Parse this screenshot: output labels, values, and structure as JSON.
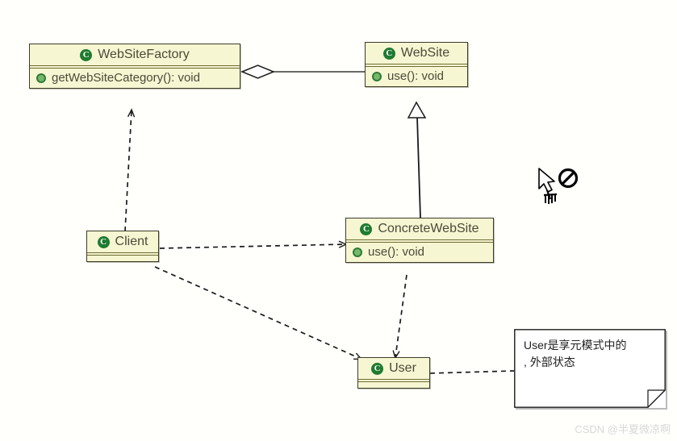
{
  "diagram": {
    "title": "Flyweight pattern UML class diagram",
    "canvas_bg": "#fffffc",
    "node_fill": "#f7f6d2",
    "node_border": "#3b3b28",
    "class_icon_color": "#1e7b30",
    "method_icon_color": "#74b96a"
  },
  "nodes": {
    "websitefactory": {
      "name": "WebSiteFactory",
      "icon": "class-icon",
      "members": [
        {
          "name": "getWebSiteCategory(): void",
          "icon": "public-method-icon"
        }
      ]
    },
    "website": {
      "name": "WebSite",
      "icon": "class-icon",
      "members": [
        {
          "name": "use(): void",
          "icon": "public-method-icon"
        }
      ]
    },
    "concretewebsite": {
      "name": "ConcreteWebSite",
      "icon": "class-icon",
      "members": [
        {
          "name": "use(): void",
          "icon": "public-method-icon"
        }
      ]
    },
    "client": {
      "name": "Client",
      "icon": "class-icon",
      "members": []
    },
    "user": {
      "name": "User",
      "icon": "class-icon",
      "members": []
    }
  },
  "note": {
    "text": "User是享元模式中的\n, 外部状态"
  },
  "relations": [
    {
      "name": "aggregation-websitefactory-website",
      "type": "aggregation",
      "from": "WebSiteFactory",
      "to": "WebSite"
    },
    {
      "name": "generalization-concretewebsite-website",
      "type": "generalization",
      "from": "ConcreteWebSite",
      "to": "WebSite"
    },
    {
      "name": "dependency-client-websitefactory",
      "type": "dependency",
      "from": "Client",
      "to": "WebSiteFactory"
    },
    {
      "name": "dependency-client-concretewebsite",
      "type": "dependency",
      "from": "Client",
      "to": "ConcreteWebSite"
    },
    {
      "name": "dependency-client-user",
      "type": "dependency",
      "from": "Client",
      "to": "User"
    },
    {
      "name": "dependency-concretewebsite-user",
      "type": "dependency",
      "from": "ConcreteWebSite",
      "to": "User"
    },
    {
      "name": "note-anchor-user",
      "type": "note-link",
      "from": "User",
      "to": "Note"
    }
  ],
  "cursor": {
    "name": "no-drop-drag-cursor"
  },
  "watermark": {
    "text": "CSDN @半夏微凉啊"
  }
}
